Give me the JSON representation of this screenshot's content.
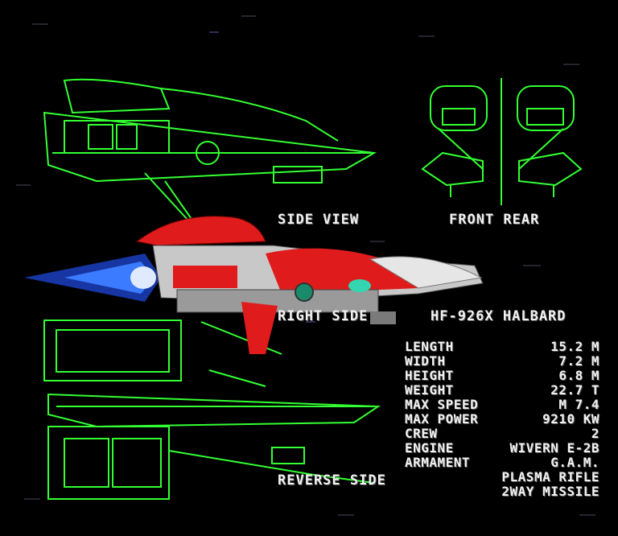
{
  "labels": {
    "side_view": "SIDE VIEW",
    "front_rear": "FRONT REAR",
    "right_side": "RIGHT SIDE",
    "ship_name": "HF-926X HALBARD",
    "reverse_side": "REVERSE SIDE"
  },
  "specs": [
    {
      "label": "LENGTH",
      "value": "15.2 M"
    },
    {
      "label": "WIDTH",
      "value": "7.2 M"
    },
    {
      "label": "HEIGHT",
      "value": "6.8 M"
    },
    {
      "label": "WEIGHT",
      "value": "22.7 T"
    },
    {
      "label": "MAX SPEED",
      "value": "M 7.4"
    },
    {
      "label": "MAX POWER",
      "value": "9210 KW"
    },
    {
      "label": "CREW",
      "value": "2"
    },
    {
      "label": "ENGINE",
      "value": "WIVERN E-2B"
    },
    {
      "label": "ARMAMENT",
      "value": "G.A.M."
    }
  ],
  "armament_extra": [
    "PLASMA RIFLE",
    "2WAY MISSILE"
  ],
  "colors": {
    "wireframe": "#33ff33",
    "hull_red": "#e01b1b",
    "hull_grey": "#c8c8c8",
    "thruster": "#3a7bff",
    "text": "#f2f2f2"
  }
}
